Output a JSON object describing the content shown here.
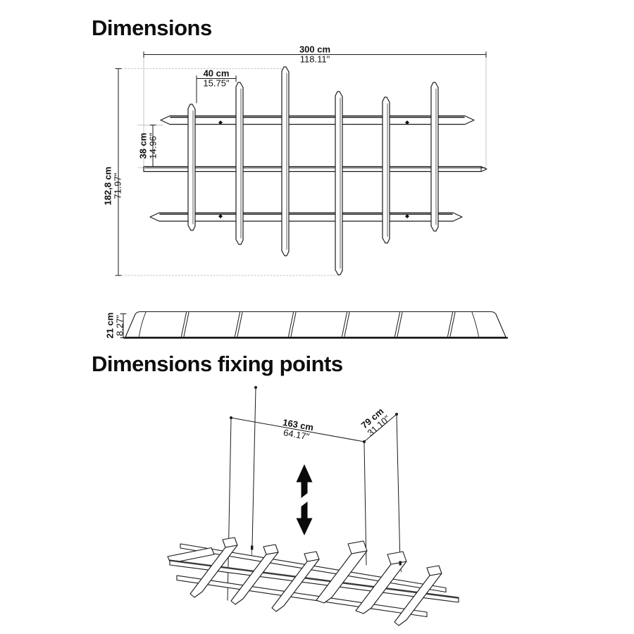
{
  "colors": {
    "background": "#ffffff",
    "ink": "#1a1a1a",
    "light_line": "#c4c4c4"
  },
  "sections": {
    "dimensions": {
      "title": "Dimensions",
      "front_view": {
        "overall_width_cm": "300 cm",
        "overall_width_in": "118.11\"",
        "bay_width_cm": "40 cm",
        "bay_width_in": "15.75\"",
        "bay_height_cm": "38 cm",
        "bay_height_in": "14.96\"",
        "overall_height_cm": "182,8 cm",
        "overall_height_in": "71.97\""
      },
      "top_view": {
        "depth_cm": "21 cm",
        "depth_in": "8.27\""
      }
    },
    "fixing_points": {
      "title": "Dimensions fixing points",
      "span_cm": "163 cm",
      "span_in": "64.17\"",
      "depth_cm": "79 cm",
      "depth_in": "31.10\""
    }
  }
}
